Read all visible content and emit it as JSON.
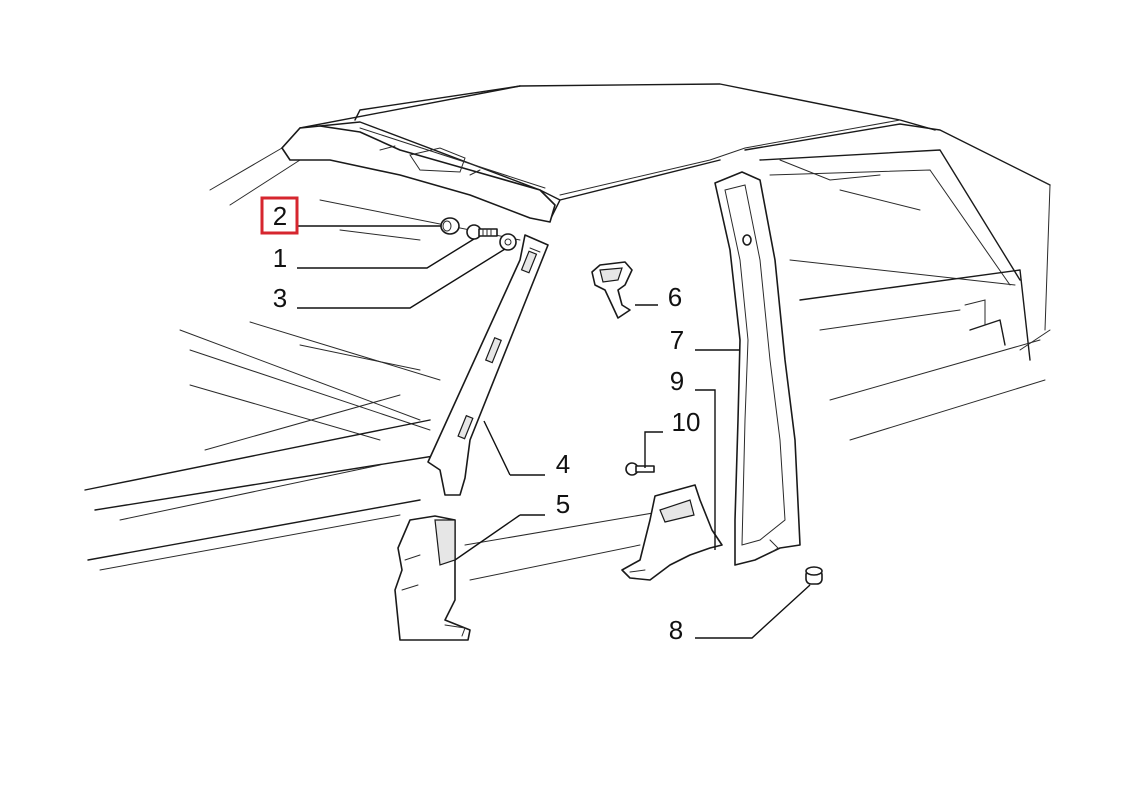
{
  "callouts": [
    {
      "id": "c1",
      "number": "1"
    },
    {
      "id": "c2",
      "number": "2",
      "highlighted": true
    },
    {
      "id": "c3",
      "number": "3"
    },
    {
      "id": "c4",
      "number": "4"
    },
    {
      "id": "c5",
      "number": "5"
    },
    {
      "id": "c6",
      "number": "6"
    },
    {
      "id": "c7",
      "number": "7"
    },
    {
      "id": "c8",
      "number": "8"
    },
    {
      "id": "c9",
      "number": "9"
    },
    {
      "id": "c10",
      "number": "10"
    }
  ],
  "colors": {
    "highlight": "#d6262e",
    "line": "#1a1a1a",
    "background": "#ffffff"
  }
}
